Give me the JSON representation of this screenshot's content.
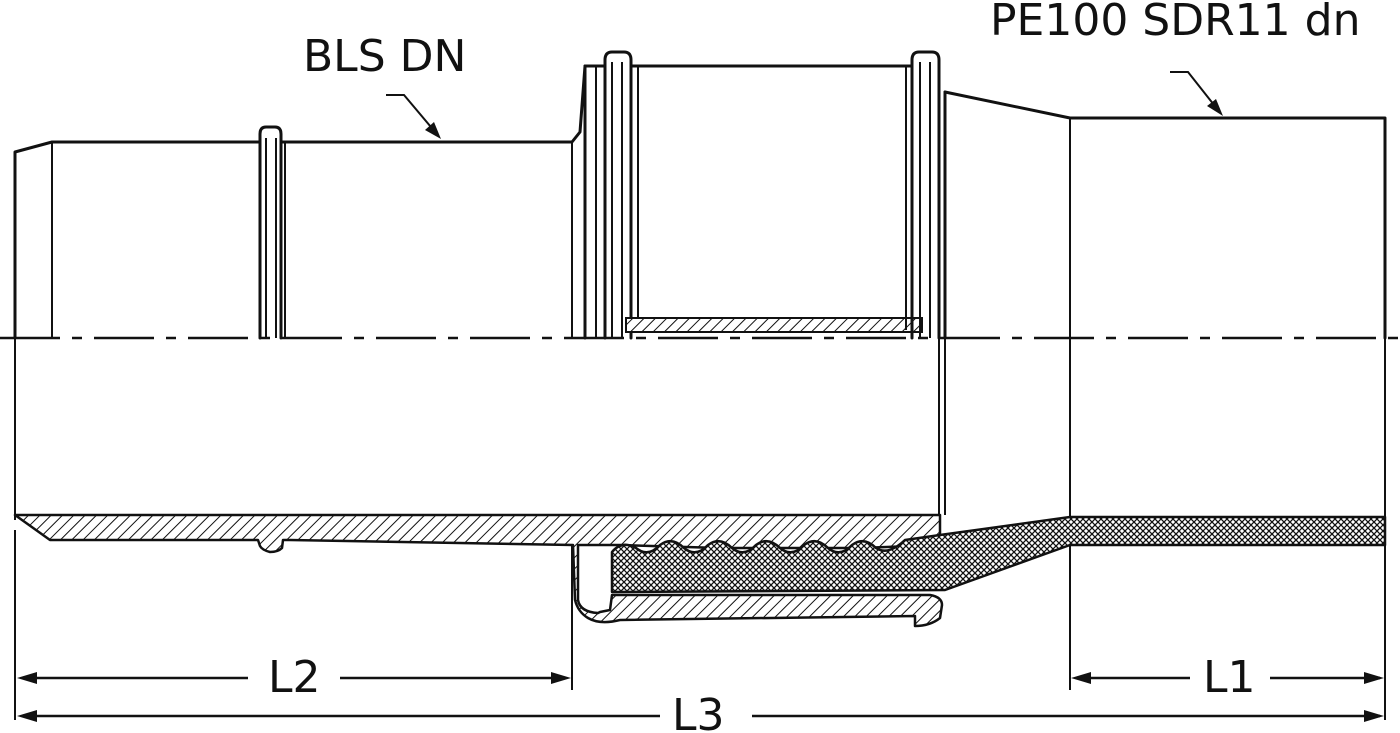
{
  "labels": {
    "bls_dn": "BLS DN",
    "pe_pipe": "PE100 SDR11 dn"
  },
  "dimensions": {
    "l1": "L1",
    "l2": "L2",
    "l3": "L3"
  }
}
